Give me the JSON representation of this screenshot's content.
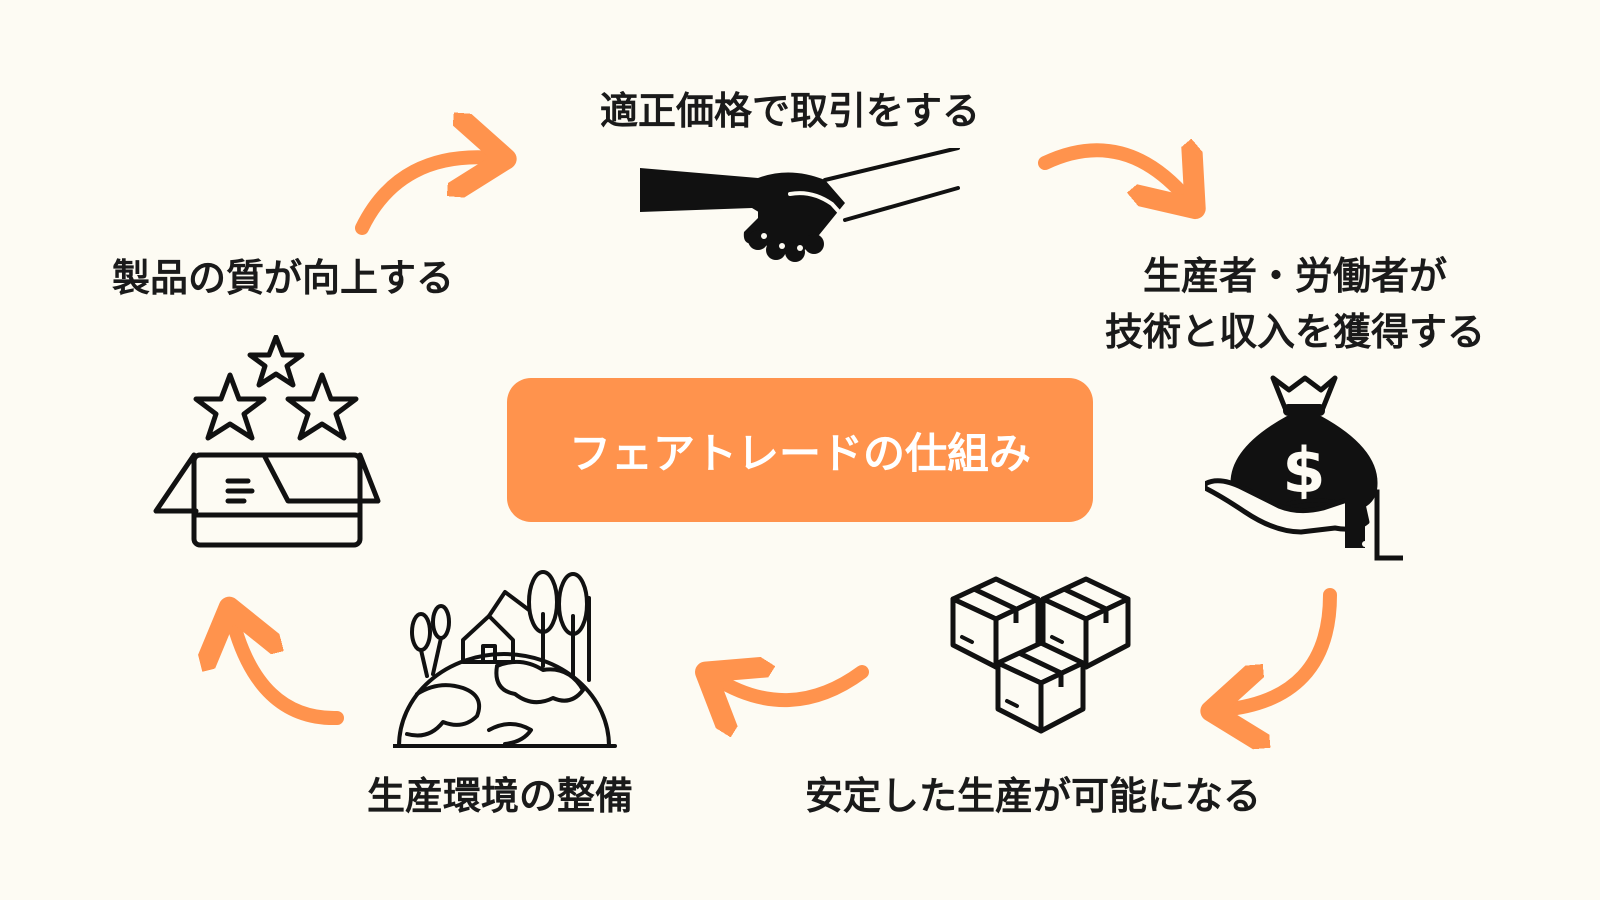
{
  "center": {
    "title": "フェアトレードの仕組み"
  },
  "steps": [
    {
      "label": "適正価格で取引をする",
      "icon": "handshake-icon"
    },
    {
      "label_line1": "生産者・労働者が",
      "label_line2": "技術と収入を獲得する",
      "icon": "money-bag-hand-icon"
    },
    {
      "label": "安定した生産が可能になる",
      "icon": "stacked-boxes-icon"
    },
    {
      "label": "生産環境の整備",
      "icon": "earth-landscape-icon"
    },
    {
      "label": "製品の質が向上する",
      "icon": "box-with-stars-icon"
    }
  ],
  "colors": {
    "background": "#fdfbf3",
    "accent": "#ff934d",
    "ink": "#111111"
  }
}
